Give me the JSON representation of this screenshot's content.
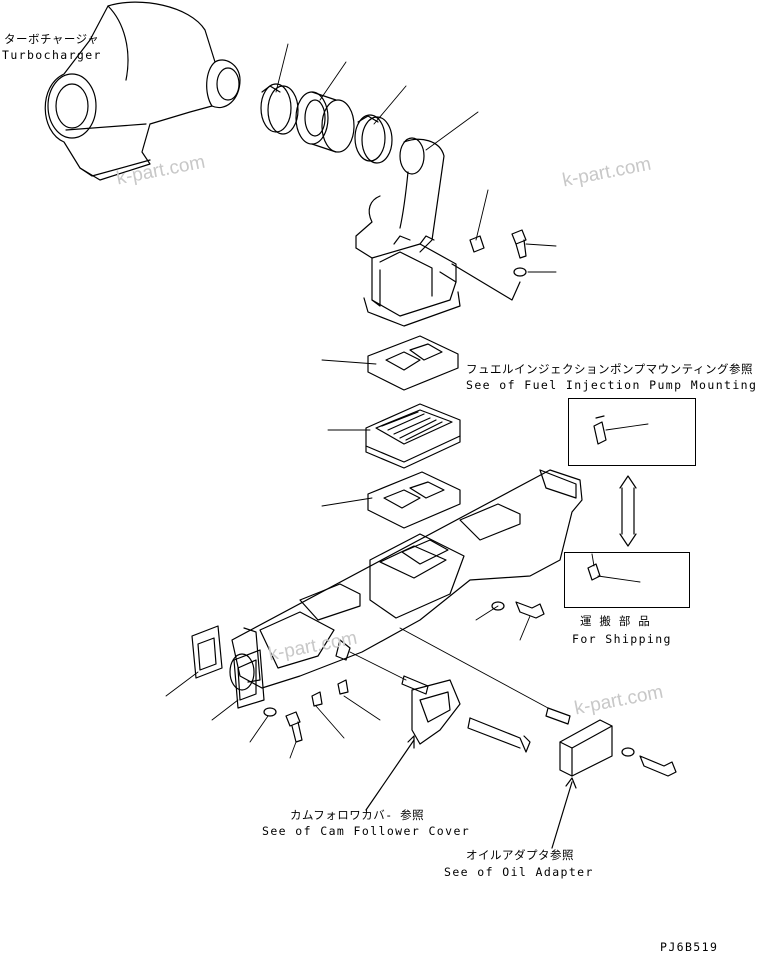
{
  "labels": {
    "turbo_jp": "ターボチャージャ",
    "turbo_en": "Turbocharger",
    "fuel_jp": "フュエルインジェクションポンプマウンティング参照",
    "fuel_en": "See of Fuel Injection Pump Mounting",
    "shipping_jp": "運 搬 部 品",
    "shipping_en": "For Shipping",
    "cam_jp": "カムフォロワカバ- 参照",
    "cam_en": "See of Cam Follower Cover",
    "oil_jp": "オイルアダプタ参照",
    "oil_en": "See of Oil Adapter",
    "drawing_code": "PJ6B519"
  },
  "watermark": "k-part.com",
  "colors": {
    "line": "#000000",
    "watermark": "#c8c8c8",
    "background": "#ffffff"
  }
}
